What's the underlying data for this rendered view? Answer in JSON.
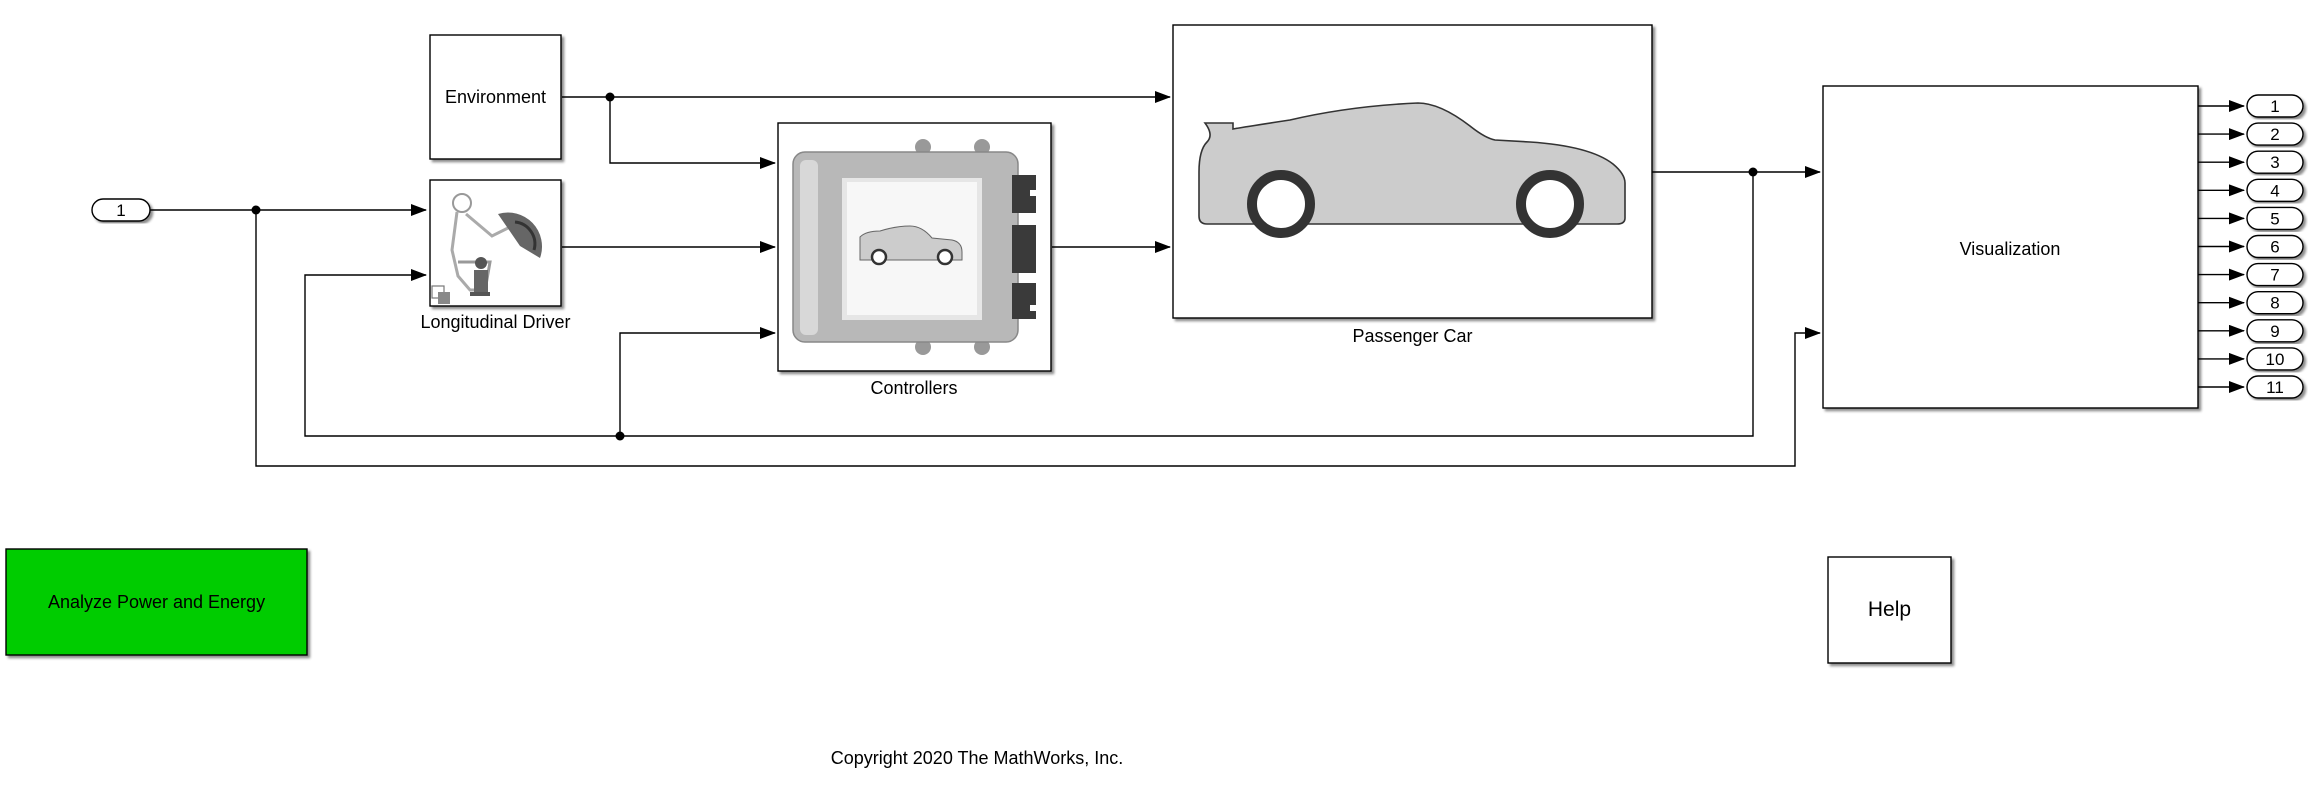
{
  "diagram": {
    "inport_label": "1",
    "blocks": {
      "environment": "Environment",
      "longitudinal_driver": "Longitudinal Driver",
      "controllers": "Controllers",
      "passenger_car": "Passenger Car",
      "visualization": "Visualization",
      "analyze": "Analyze Power and Energy",
      "help": "Help"
    },
    "outports": [
      "1",
      "2",
      "3",
      "4",
      "5",
      "6",
      "7",
      "8",
      "9",
      "10",
      "11"
    ],
    "copyright": "Copyright 2020 The MathWorks, Inc."
  },
  "colors": {
    "line": "#000000",
    "analyze_fill": "#00cc00",
    "car_body": "#cccccc",
    "wheel": "#333333"
  },
  "icons": [
    "driver-seat-icon",
    "ecu-controller-icon",
    "car-silhouette-icon",
    "subsystem-icon"
  ]
}
